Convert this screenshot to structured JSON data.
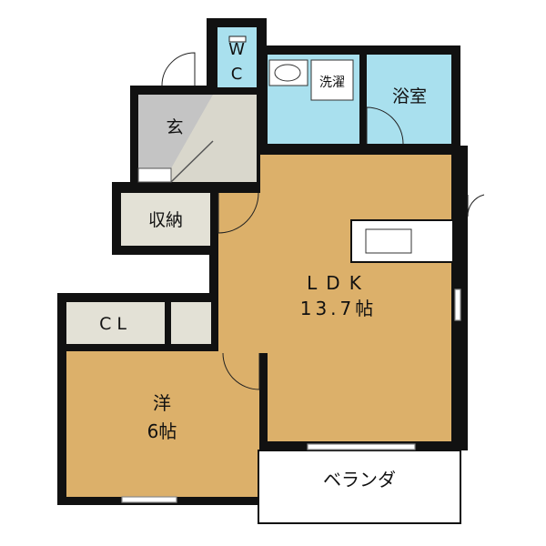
{
  "rooms": {
    "wc": {
      "line1": "W",
      "line2": "C"
    },
    "laundry": "洗濯",
    "bath": "浴室",
    "entrance": "玄",
    "storage": "収納",
    "ldk": {
      "line1": "LDK",
      "line2": "13.7帖"
    },
    "closet": "CL",
    "western": {
      "line1": "洋",
      "line2": "6帖"
    },
    "balcony": "ベランダ"
  },
  "colors": {
    "ldk_floor": "#dcb06a",
    "wet_area": "#a9e0ee",
    "entrance": "#c4c4c4",
    "genkan_floor": "#d9d7cc",
    "storage": "#e3e1d6",
    "wall": "#111111"
  }
}
